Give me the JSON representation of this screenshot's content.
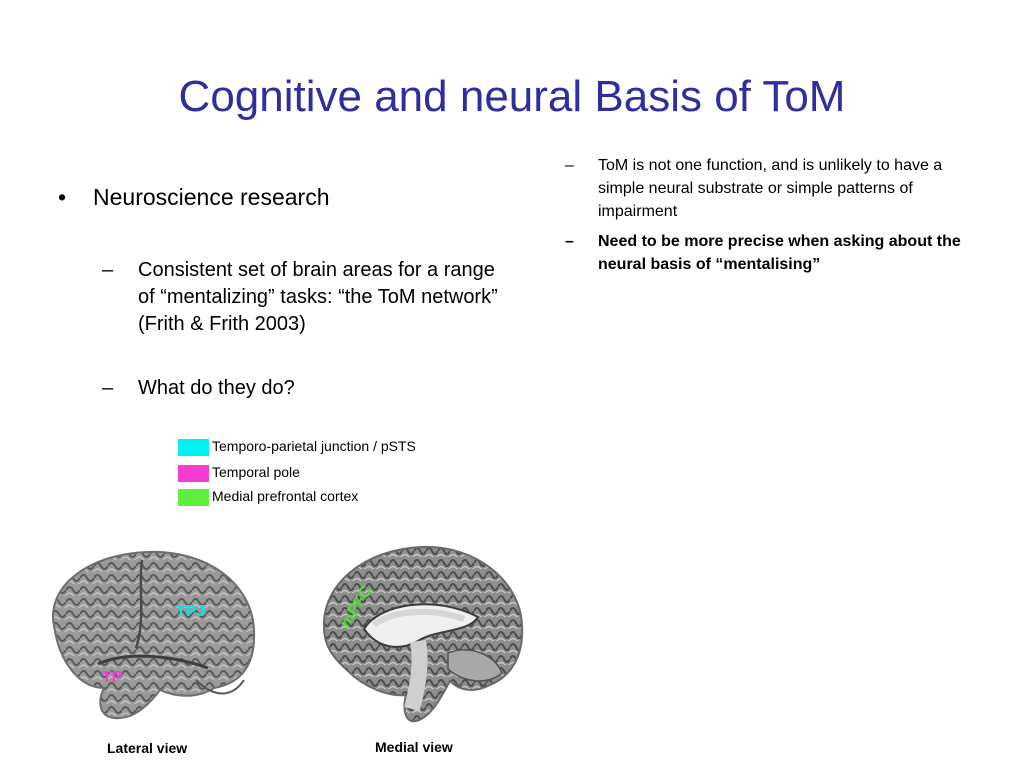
{
  "title": "Cognitive and neural Basis of ToM",
  "left": {
    "bullet_marker": "•",
    "bullet_text": "Neuroscience research",
    "sub_marker": "–",
    "sub_items": [
      "Consistent set of brain areas for a range of “mentalizing” tasks: “the ToM network” (Frith & Frith 2003)",
      "What do they do?"
    ]
  },
  "right": {
    "marker": "–",
    "items": [
      "ToM is not one function, and is unlikely to have a simple neural substrate or simple patterns of impairment",
      "Need to be more precise when asking about the neural basis of “mentalising”"
    ]
  },
  "legend": [
    {
      "label": "Temporo-parietal junction / pSTS",
      "color": "#00f2f2"
    },
    {
      "label": "Temporal pole",
      "color": "#f53bd3"
    },
    {
      "label": "Medial prefrontal cortex",
      "color": "#5cf03c"
    }
  ],
  "brain_lateral": {
    "caption": "Lateral view",
    "labels": {
      "tpj": "TPJ",
      "tp": "TP"
    }
  },
  "brain_medial": {
    "caption": "Medial view",
    "labels": {
      "mpfc": "mPFC"
    }
  }
}
